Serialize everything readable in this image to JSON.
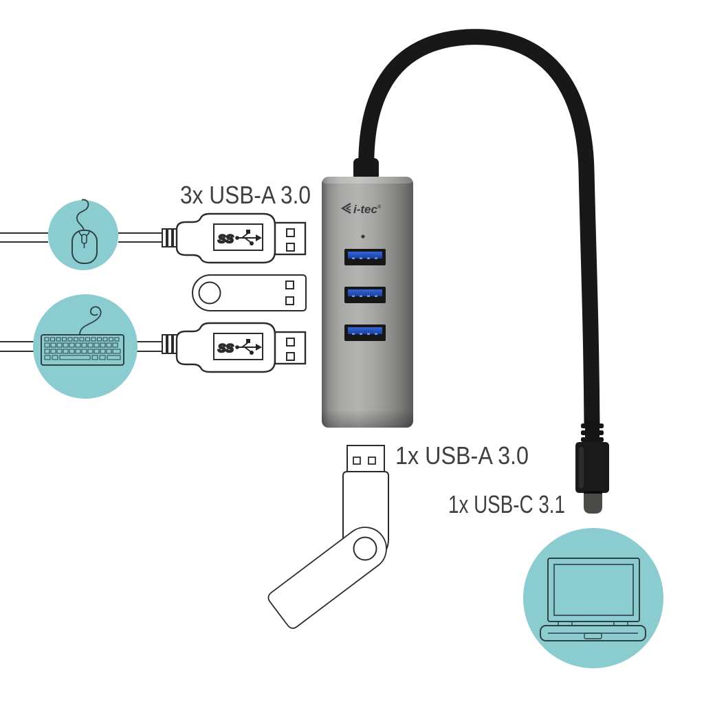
{
  "labels": {
    "hub_ports": "3x USB-A 3.0",
    "drive_port": "1x USB-A 3.0",
    "host_port": "1x USB-C 3.1"
  },
  "hub": {
    "brand": "i-tec",
    "brand_mark": "®",
    "usb_a_port_count": 3
  },
  "plug_logo": {
    "ss": "SS"
  },
  "colors": {
    "background": "#ffffff",
    "accent_teal": "#8accd0",
    "line_art": "#303030",
    "icon_line": "#2c4046",
    "text": "#3f3f3f",
    "cable_black": "#181818",
    "metal_light": "#b3b3b1",
    "metal_dark": "#5a5a58",
    "port_blue": "#2353c8",
    "usb_c_tip_gray": "#4a4a47"
  },
  "icons": [
    "mouse-icon",
    "keyboard-icon",
    "laptop-icon",
    "superspeed-usb-icon"
  ]
}
